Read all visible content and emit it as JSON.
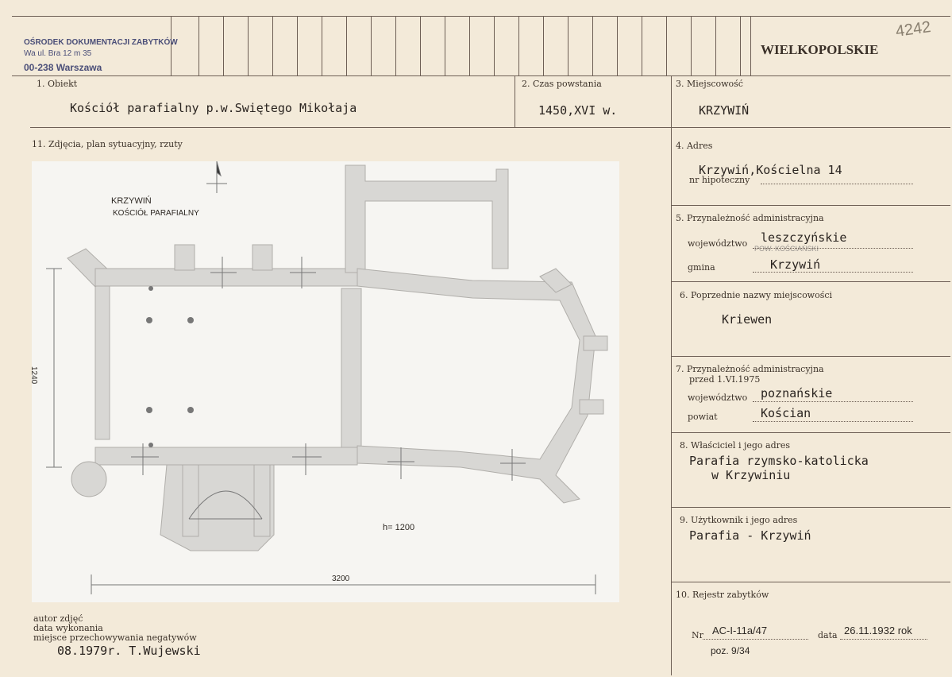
{
  "stamp": {
    "line1": "OŚRODEK DOKUMENTACJI ZABYTKÓW",
    "line2": "Wa     ul. Bra   12 m 35",
    "line3": "00-238 Warszawa"
  },
  "region": "WIELKOPOLSKIE",
  "file_number": "4242",
  "fields": {
    "obiekt": {
      "label": "1. Obiekt",
      "value": "Kościół parafialny p.w.Swiętego Mikołaja"
    },
    "czas": {
      "label": "2. Czas powstania",
      "value": "1450,XVI w."
    },
    "miejscowosc": {
      "label": "3. Miejscowość",
      "value": "KRZYWIŃ"
    },
    "zdjecia": {
      "label": "11. Zdjęcia, plan sytuacyjny, rzuty"
    },
    "adres": {
      "label": "4. Adres",
      "value": "Krzywiń,Kościelna 14",
      "sub_label": "nr hipoteczny"
    },
    "przynaleznosc": {
      "label": "5. Przynależność administracyjna",
      "woj_label": "województwo",
      "woj_value": "leszczyńskie",
      "gmina_label": "gmina",
      "gmina_value": "Krzywiń",
      "stamp_note": "POW. KOŚCIAŃSKI"
    },
    "poprzednie": {
      "label": "6. Poprzednie nazwy miejscowości",
      "value": "Kriewen"
    },
    "przed1975": {
      "label": "7. Przynależność administracyjna",
      "label2": "przed 1.VI.1975",
      "woj_label": "województwo",
      "woj_value": "poznańskie",
      "powiat_label": "powiat",
      "powiat_value": "Kościan"
    },
    "wlasciciel": {
      "label": "8. Właściciel i jego adres",
      "line1": "Parafia rzymsko-katolicka",
      "line2": "w Krzywiniu"
    },
    "uzytkownik": {
      "label": "9. Użytkownik i jego adres",
      "value": "Parafia - Krzywiń"
    },
    "rejestr": {
      "label": "10. Rejestr zabytków",
      "nr_label": "Nr",
      "nr_value": "AC-I-11a/47",
      "data_label": "data",
      "data_value": "26.11.1932 rok",
      "poz_value": "poz. 9/34"
    }
  },
  "footer": {
    "autor": "autor zdjęć",
    "data": "data wykonania",
    "miejsce": "miejsce przechowywania negatywów",
    "values": "08.1979r.  T.Wujewski"
  },
  "plan": {
    "title1": "KRZYWIŃ",
    "title2": "KOŚCIÓŁ PARAFIALNY",
    "height_label": "h= 1200",
    "width_label": "3200",
    "depth_label": "1240"
  }
}
